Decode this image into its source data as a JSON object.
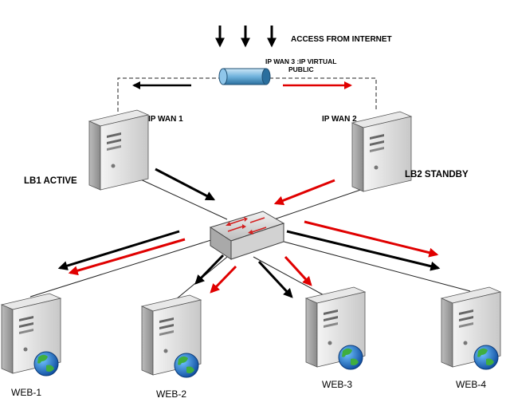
{
  "labels": {
    "access": "ACCESS FROM INTERNET",
    "ip_wan3_line1": "IP WAN 3 :IP VIRTUAL",
    "ip_wan3_line2": "PUBLIC",
    "ip_wan1": "IP WAN 1",
    "ip_wan2": "IP WAN 2",
    "lb1": "LB1 ACTIVE",
    "lb2": "LB2 STANDBY"
  },
  "web_servers": [
    {
      "label": "WEB-1"
    },
    {
      "label": "WEB-2"
    },
    {
      "label": "WEB-3"
    },
    {
      "label": "WEB-4"
    }
  ],
  "colors": {
    "active_flow": "#000000",
    "standby_flow": "#e00000",
    "server_body": "#d9d9d9",
    "globe": "#2e7d32",
    "router": "#0d9fbe"
  },
  "icons": {
    "virtual_ip": "cylinder-router-icon",
    "switch": "switch-icon",
    "server": "server-tower-icon",
    "globe": "globe-icon"
  }
}
